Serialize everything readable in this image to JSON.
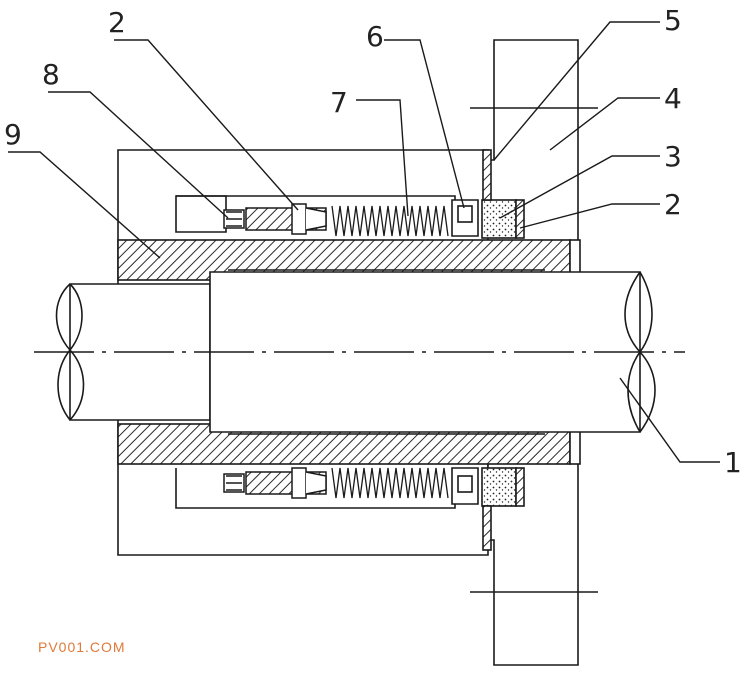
{
  "callouts": {
    "c1": "1",
    "c2a": "2",
    "c2b": "2",
    "c3": "3",
    "c4": "4",
    "c5": "5",
    "c6": "6",
    "c7": "7",
    "c8": "8",
    "c9": "9"
  },
  "watermark": "PV001.COM",
  "colors": {
    "line": "#1a1a1a",
    "hatch": "#2a2a2a",
    "watermark": "#e07a3a"
  }
}
